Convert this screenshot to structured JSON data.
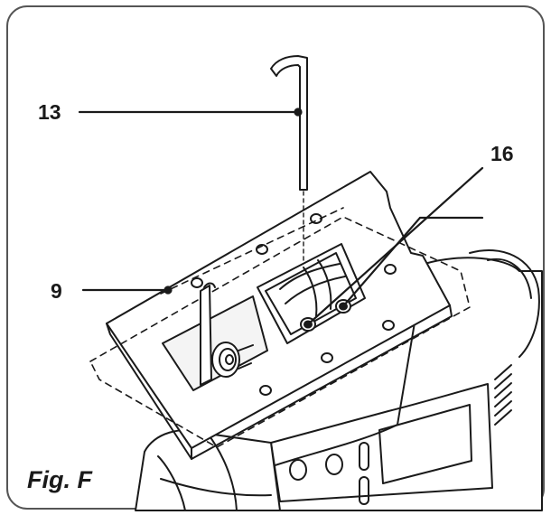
{
  "caption": "Fig. F",
  "callouts": {
    "hex_key": "13",
    "screws": "16",
    "base_plate": "9"
  },
  "colors": {
    "line": "#1a1a1a",
    "background": "#ffffff",
    "frame": "#555555",
    "inner_shade": "#f4f4f4"
  }
}
